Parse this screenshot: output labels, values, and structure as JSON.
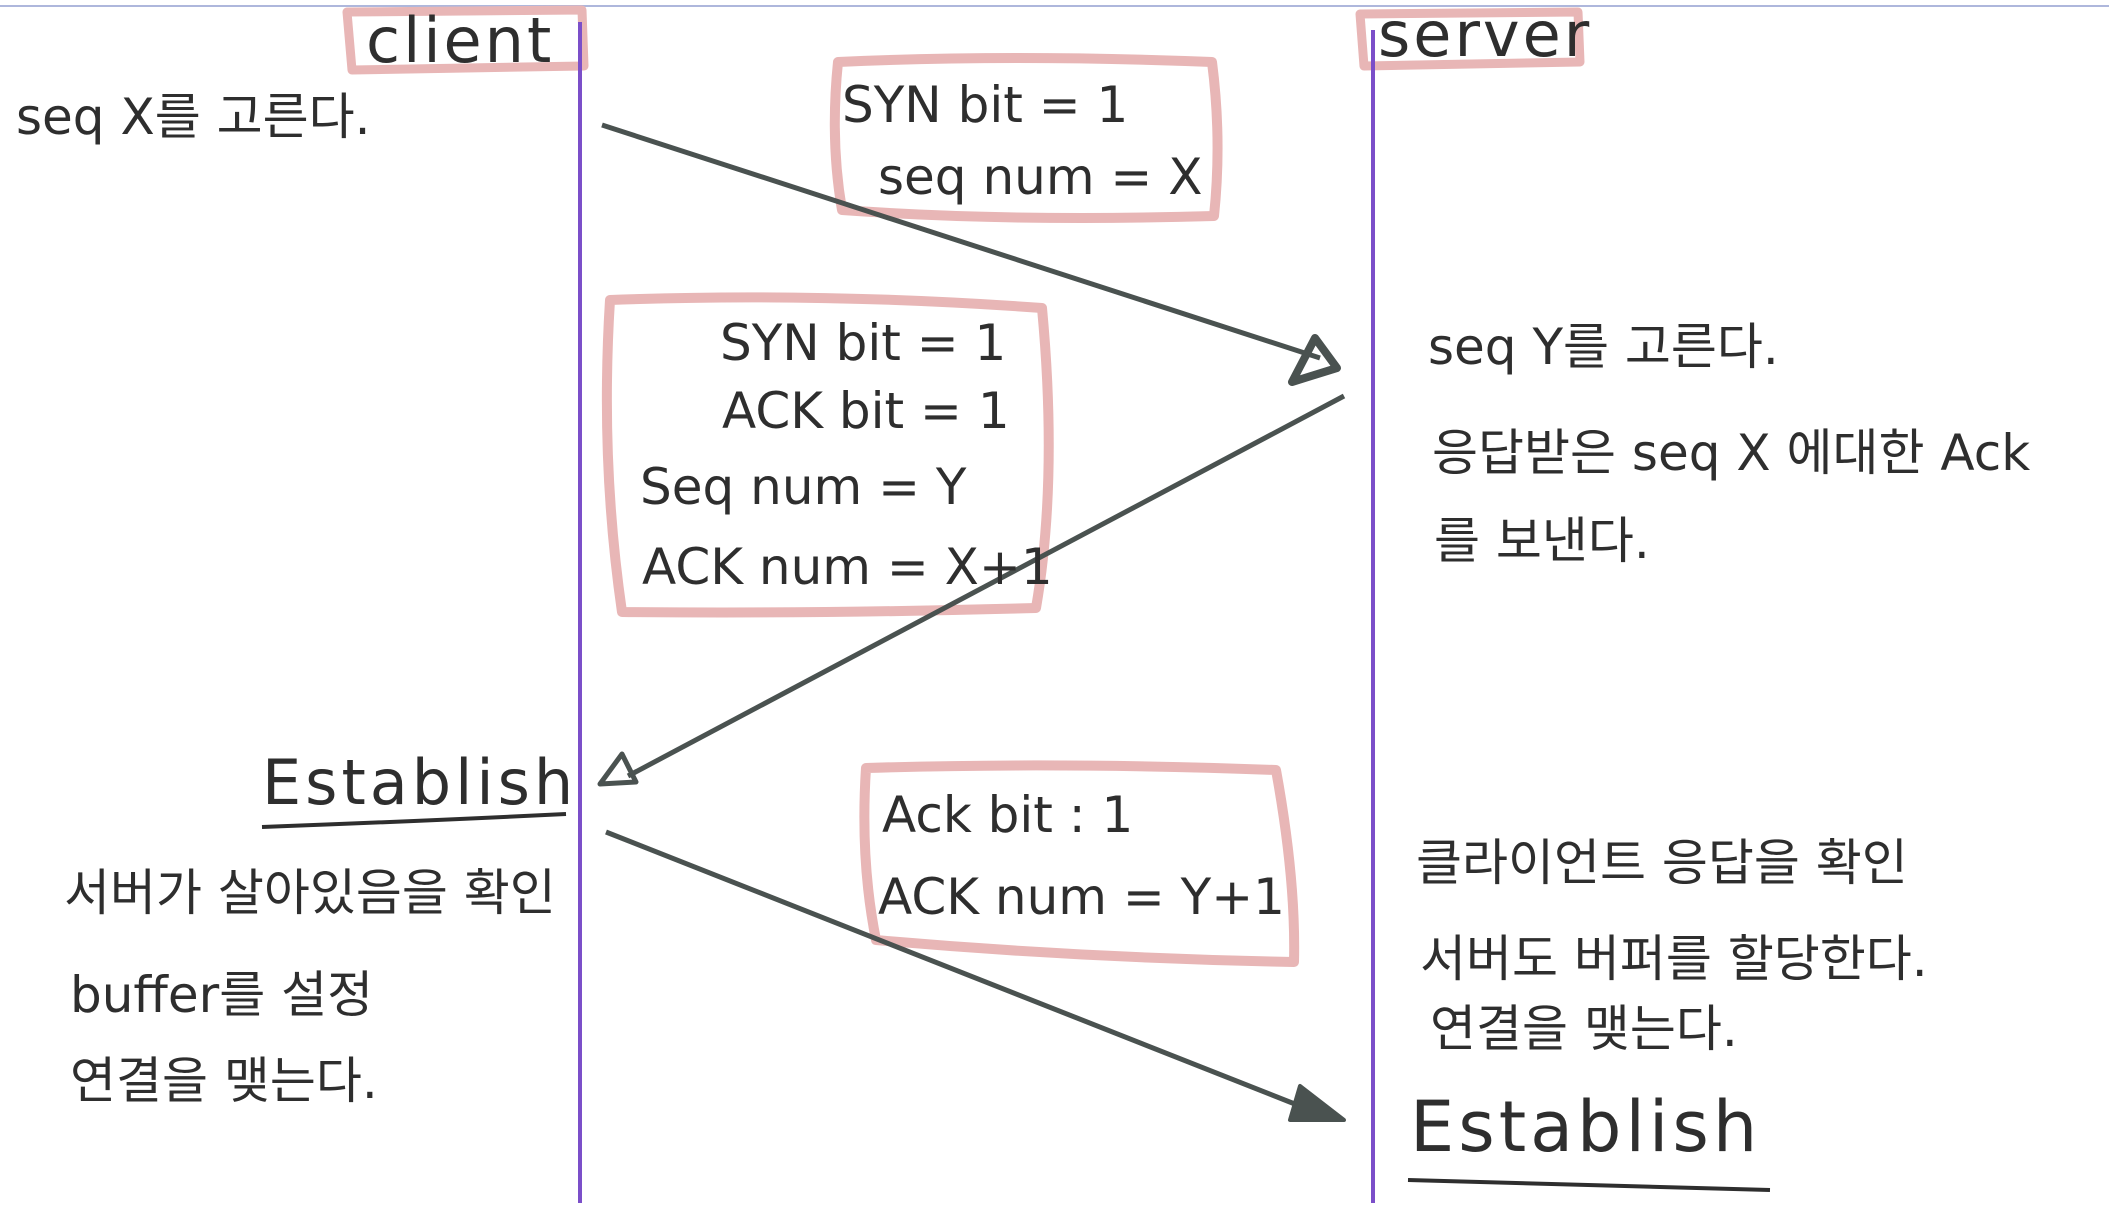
{
  "lanes": {
    "client": "client",
    "server": "server"
  },
  "client_notes": {
    "pick_seq": "seq X를 고른다.",
    "established": "Establish",
    "line1": "서버가 살아있음을 확인",
    "line2": "buffer를 설정",
    "line3": "연결을 맺는다."
  },
  "server_notes": {
    "pick_seq": "seq Y를 고른다.",
    "reply_line1": "응답받은 seq X 에대한 Ack",
    "reply_line2": "를 보낸다.",
    "line1": "클라이언트 응답을 확인",
    "line2": "서버도 버퍼를 할당한다.",
    "line3": "연결을 맺는다.",
    "established": "Establish"
  },
  "messages": {
    "syn": {
      "line1": "SYN bit = 1",
      "line2": "seq num = X"
    },
    "syn_ack": {
      "line1": "SYN bit = 1",
      "line2": "ACK bit = 1",
      "line3": "Seq num = Y",
      "line4": "ACK num = X+1"
    },
    "ack": {
      "line1": "Ack bit : 1",
      "line2": "ACK num = Y+1"
    }
  },
  "colors": {
    "lifeline": "#7b4fc9",
    "box_outline": "#e8b6b6",
    "arrow": "#4a5250",
    "ink": "#2e2e2e"
  }
}
